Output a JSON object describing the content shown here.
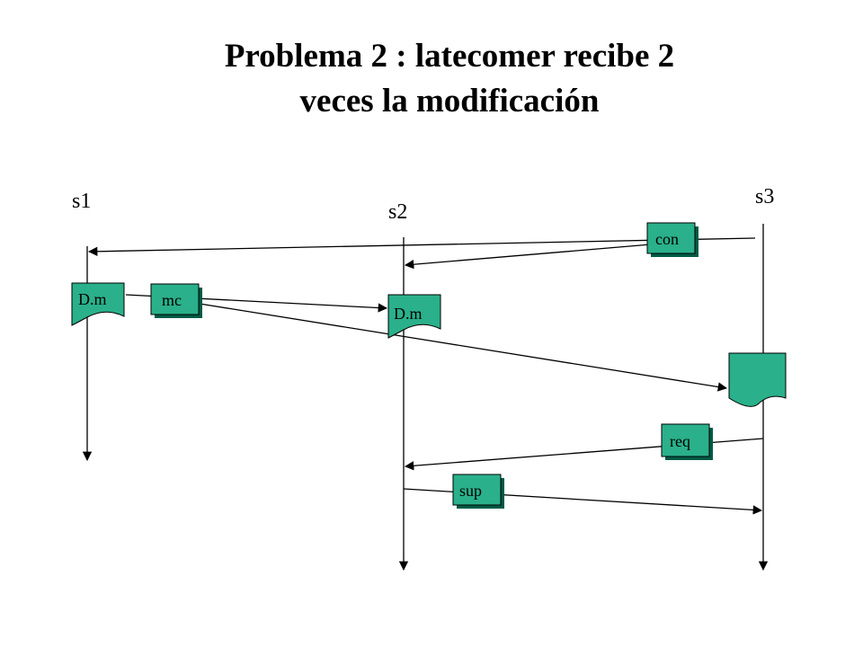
{
  "title": {
    "line1": "Problema 2 : latecomer recibe 2",
    "line2": "veces la modificación"
  },
  "processes": [
    {
      "id": "s1",
      "label": "s1"
    },
    {
      "id": "s2",
      "label": "s2"
    },
    {
      "id": "s3",
      "label": "s3"
    }
  ],
  "messages": {
    "con": "con",
    "mc": "mc",
    "req": "req",
    "sup": "sup"
  },
  "documents": {
    "s1_doc": "D.m",
    "s2_doc": "D.m",
    "s3_doc": ""
  },
  "colors": {
    "box_fill": "#2ab08a",
    "line": "#000000"
  }
}
